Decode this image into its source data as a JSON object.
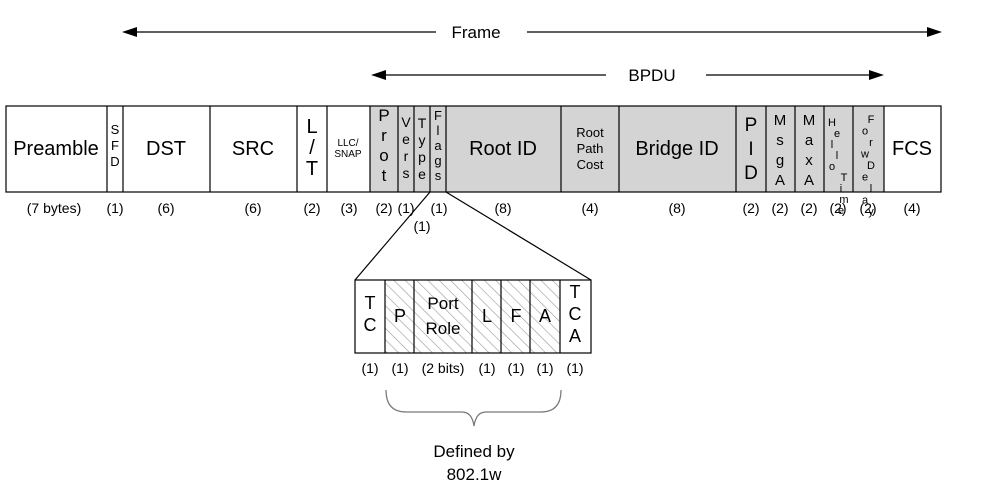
{
  "frame_label": "Frame",
  "bpdu_label": "BPDU",
  "fields": [
    {
      "key": "preamble",
      "label": "Preamble",
      "size": "(7 bytes)"
    },
    {
      "key": "sfd",
      "label": "SFD",
      "size": "(1)"
    },
    {
      "key": "dst",
      "label": "DST",
      "size": "(6)"
    },
    {
      "key": "src",
      "label": "SRC",
      "size": "(6)"
    },
    {
      "key": "lt",
      "label": "L/T",
      "size": "(2)"
    },
    {
      "key": "llc",
      "label": "LLC/ SNAP",
      "size": "(3)"
    },
    {
      "key": "prot",
      "label": "Prot",
      "size": "(2)"
    },
    {
      "key": "vers",
      "label": "Vers",
      "size": "(1)"
    },
    {
      "key": "type",
      "label": "Type",
      "size": "(1)"
    },
    {
      "key": "flags",
      "label": "Flags",
      "size": "(1)"
    },
    {
      "key": "root_id",
      "label": "Root ID",
      "size": "(8)"
    },
    {
      "key": "root_path_cost",
      "label": "Root Path Cost",
      "size": "(4)"
    },
    {
      "key": "bridge_id",
      "label": "Bridge ID",
      "size": "(8)"
    },
    {
      "key": "pid",
      "label": "PID",
      "size": "(2)"
    },
    {
      "key": "msga",
      "label": "MsgA",
      "size": "(2)"
    },
    {
      "key": "maxa",
      "label": "MaxA",
      "size": "(2)"
    },
    {
      "key": "hello_time",
      "label": "Hello Time",
      "size": "(2)"
    },
    {
      "key": "forw_delay",
      "label": "Forw Delay",
      "size": "(2)"
    },
    {
      "key": "fcs",
      "label": "FCS",
      "size": "(4)"
    }
  ],
  "flags_detail": [
    {
      "key": "tc",
      "label": "TC",
      "size": "(1)"
    },
    {
      "key": "p",
      "label": "P",
      "size": "(1)"
    },
    {
      "key": "port_role",
      "label": "Port Role",
      "size": "(2 bits)"
    },
    {
      "key": "l",
      "label": "L",
      "size": "(1)"
    },
    {
      "key": "f",
      "label": "F",
      "size": "(1)"
    },
    {
      "key": "a",
      "label": "A",
      "size": "(1)"
    },
    {
      "key": "tca",
      "label": "TCA",
      "size": "(1)"
    }
  ],
  "defined_by": {
    "line1": "Defined by",
    "line2": "802.1w"
  }
}
